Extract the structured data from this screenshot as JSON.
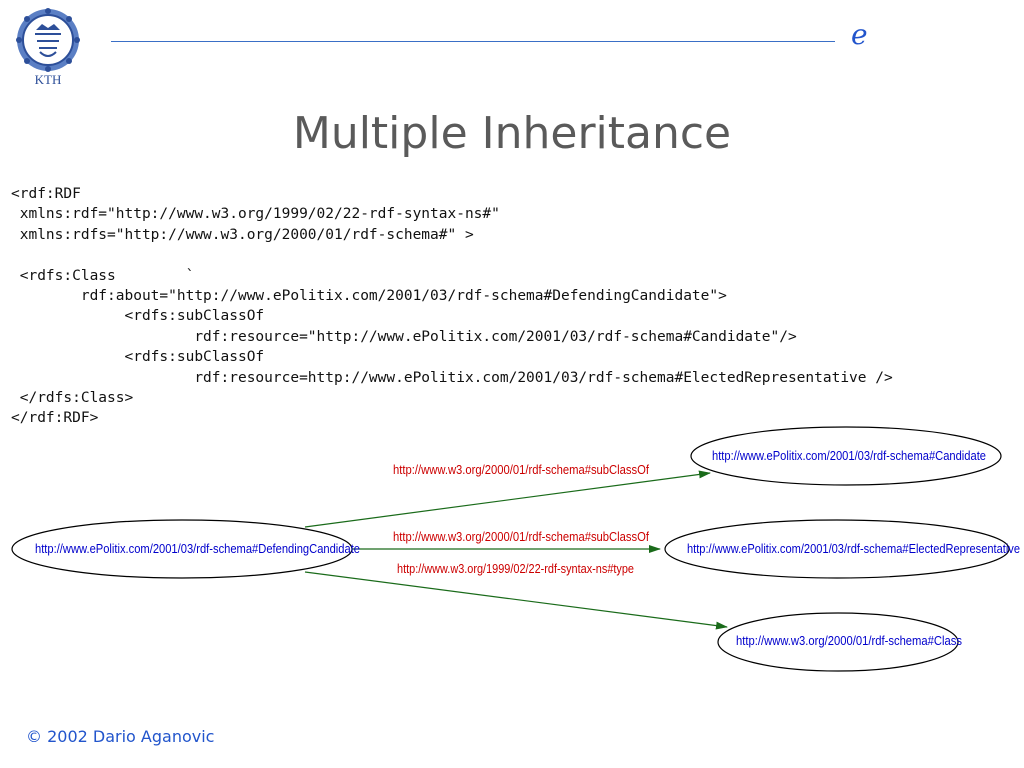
{
  "header": {
    "mark": "e"
  },
  "title": "Multiple Inheritance",
  "code_lines": [
    "<rdf:RDF",
    " xmlns:rdf=\"http://www.w3.org/1999/02/22-rdf-syntax-ns#\"",
    " xmlns:rdfs=\"http://www.w3.org/2000/01/rdf-schema#\" >",
    "",
    " <rdfs:Class        `",
    "        rdf:about=\"http://www.ePolitix.com/2001/03/rdf-schema#DefendingCandidate\">",
    "             <rdfs:subClassOf",
    "                     rdf:resource=\"http://www.ePolitix.com/2001/03/rdf-schema#Candidate\"/>",
    "             <rdfs:subClassOf",
    "                     rdf:resource=http://www.ePolitix.com/2001/03/rdf-schema#ElectedRepresentative />",
    " </rdfs:Class>",
    "</rdf:RDF>"
  ],
  "graph": {
    "nodes": {
      "defending": "http://www.ePolitix.com/2001/03/rdf-schema#DefendingCandidate",
      "candidate": "http://www.ePolitix.com/2001/03/rdf-schema#Candidate",
      "elected": "http://www.ePolitix.com/2001/03/rdf-schema#ElectedRepresentative",
      "class": "http://www.w3.org/2000/01/rdf-schema#Class"
    },
    "edges": {
      "subclass_candidate": "http://www.w3.org/2000/01/rdf-schema#subClassOf",
      "subclass_elected": "http://www.w3.org/2000/01/rdf-schema#subClassOf",
      "type_class": "http://www.w3.org/1999/02/22-rdf-syntax-ns#type"
    },
    "colors": {
      "node_text": "#0000cc",
      "edge_text": "#cc0000",
      "edge_line": "#1a6b1a"
    }
  },
  "footer": "© 2002 Dario Aganovic"
}
